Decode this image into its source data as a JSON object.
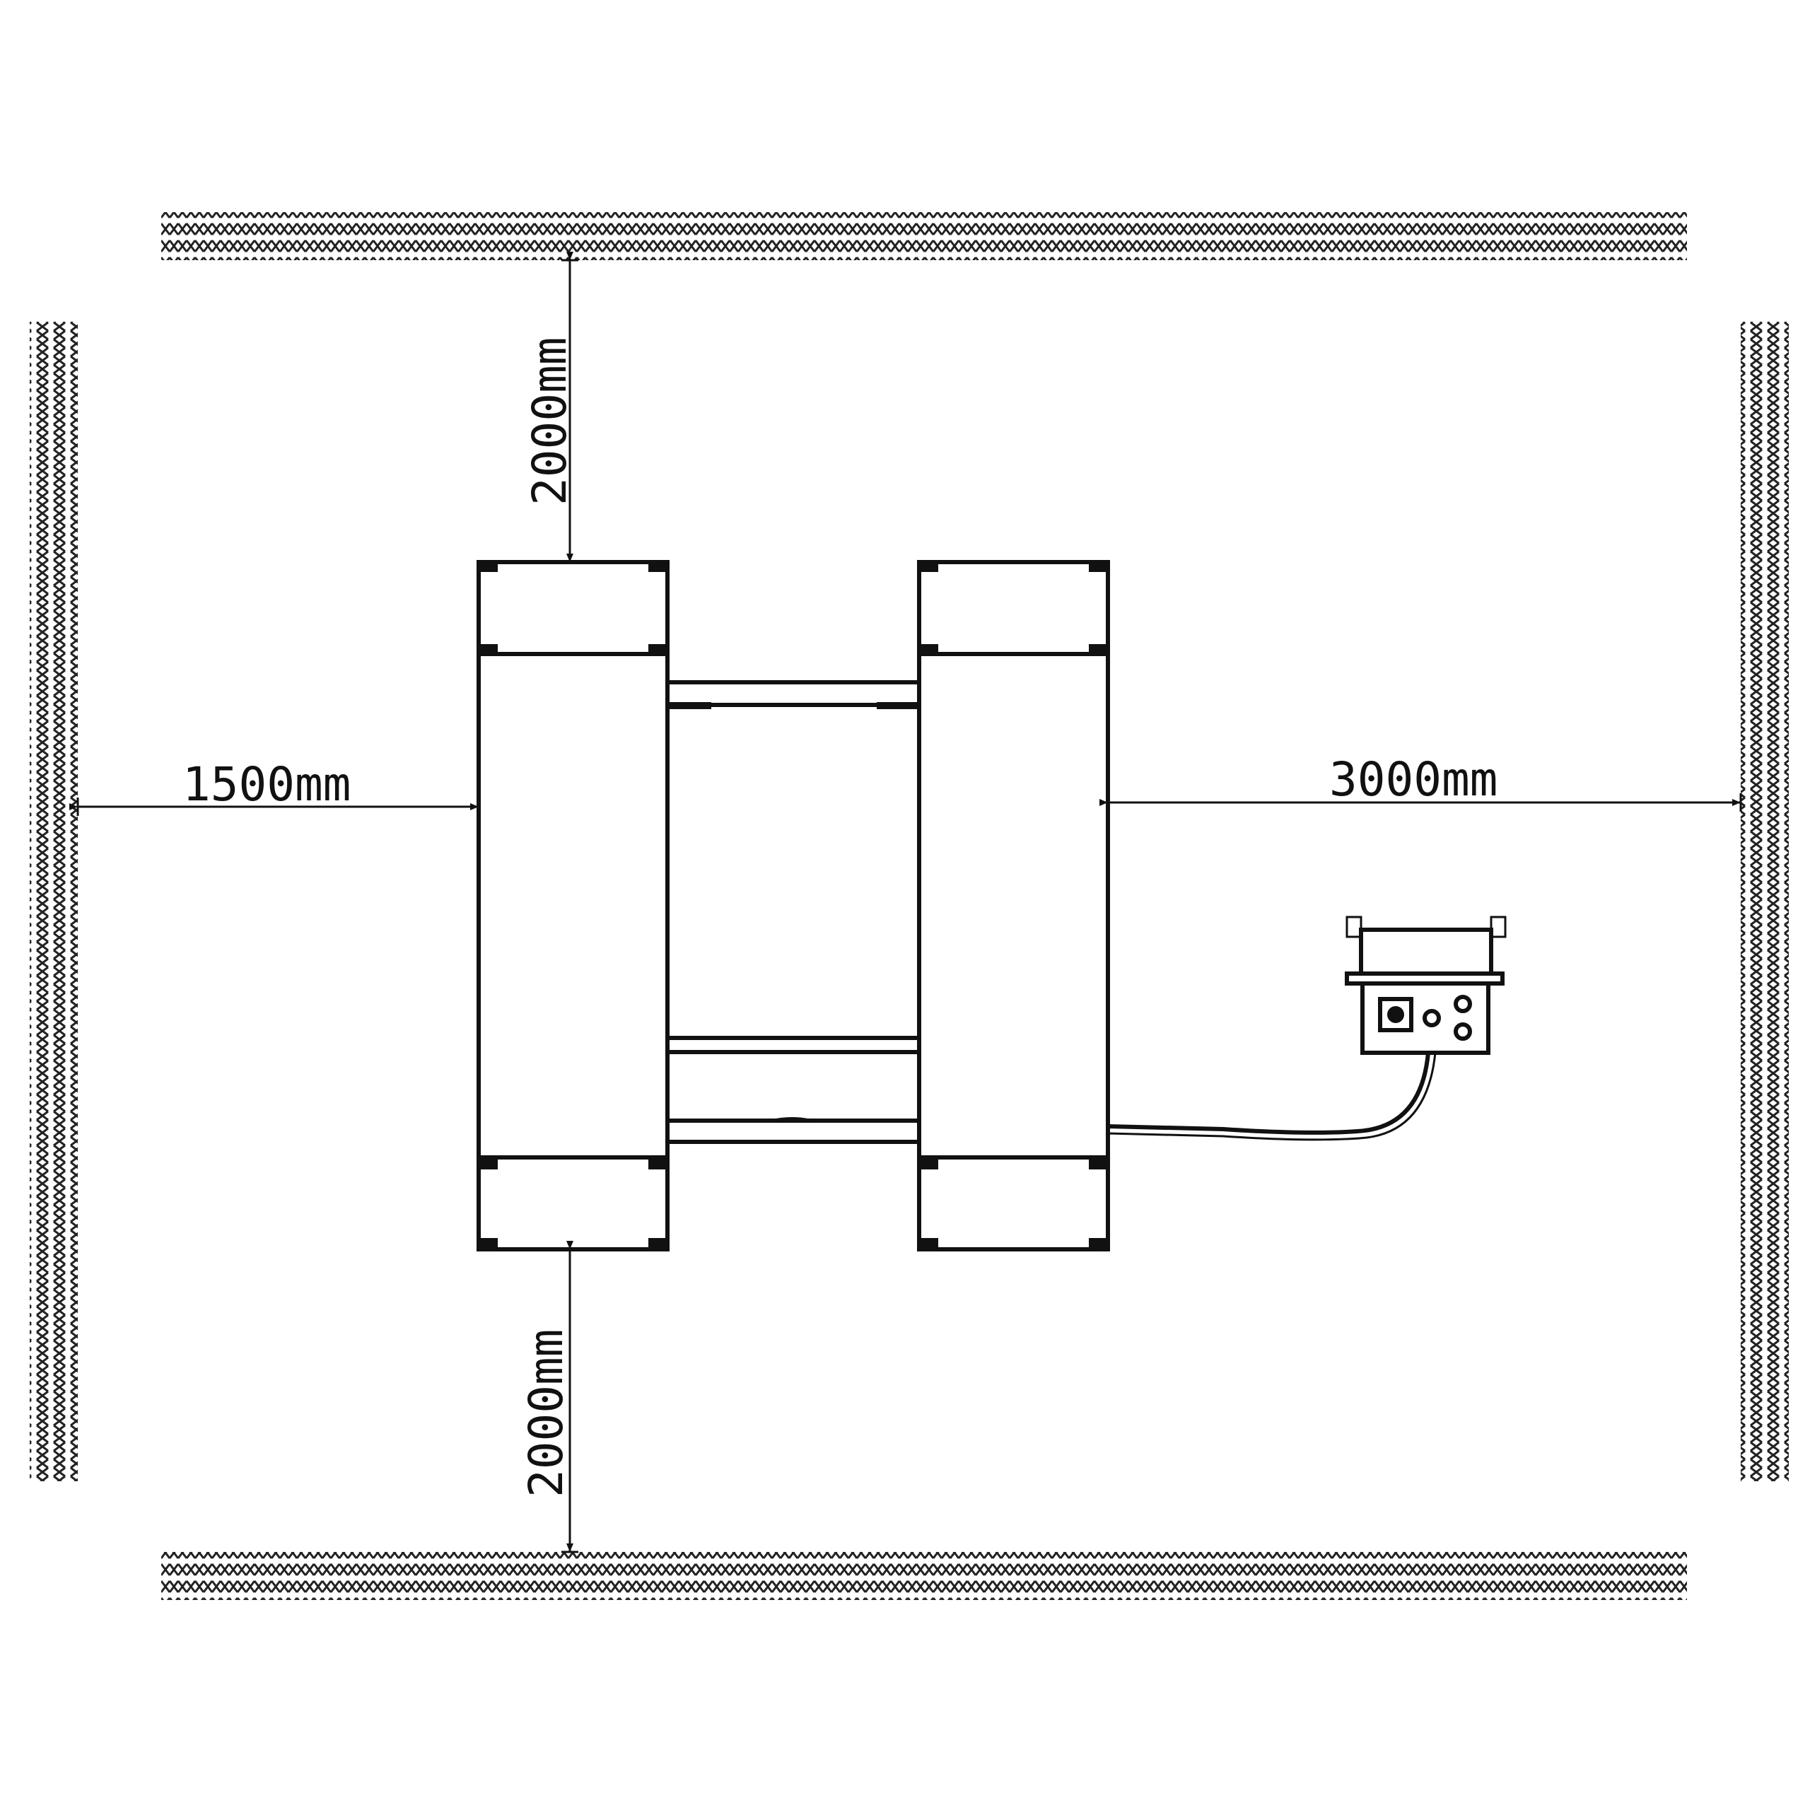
{
  "dimensions": {
    "top_clearance": "2000mm",
    "bottom_clearance": "2000mm",
    "left_clearance": "1500mm",
    "right_clearance": "3000mm"
  },
  "colors": {
    "line": "#111111",
    "background": "#ffffff"
  }
}
